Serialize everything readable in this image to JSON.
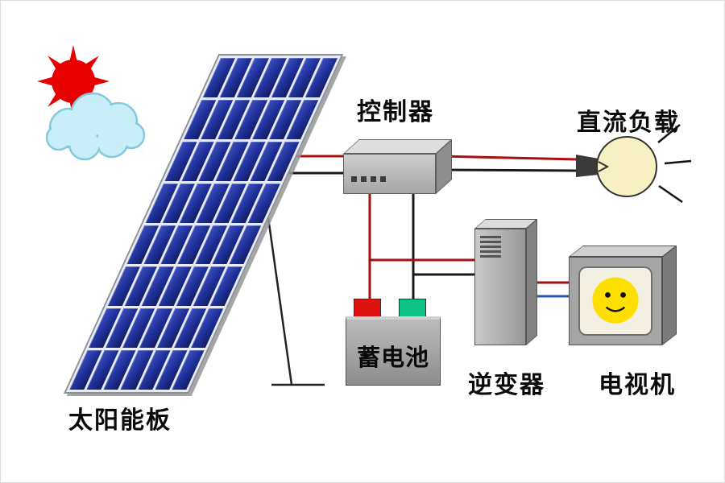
{
  "labels": {
    "solar_panel": "太阳能板",
    "controller": "控制器",
    "dc_load": "直流负载",
    "battery": "蓄电池",
    "inverter": "逆变器",
    "tv": "电视机"
  },
  "panel": {
    "rows": 8,
    "cols": 7
  },
  "colors": {
    "sun_red": "#e60000",
    "cloud_fill": "#c8eef7",
    "cloud_stroke": "#85c9dc",
    "cell_blue": "#1d2f96",
    "wire_red": "#a80f0f",
    "wire_black": "#1a1a1a",
    "wire_blue": "#2f55b4",
    "terminal_red": "#e01313",
    "terminal_green": "#0fc184",
    "bulb_fill": "#f7f0c2",
    "face_yellow": "#ffdf00"
  }
}
